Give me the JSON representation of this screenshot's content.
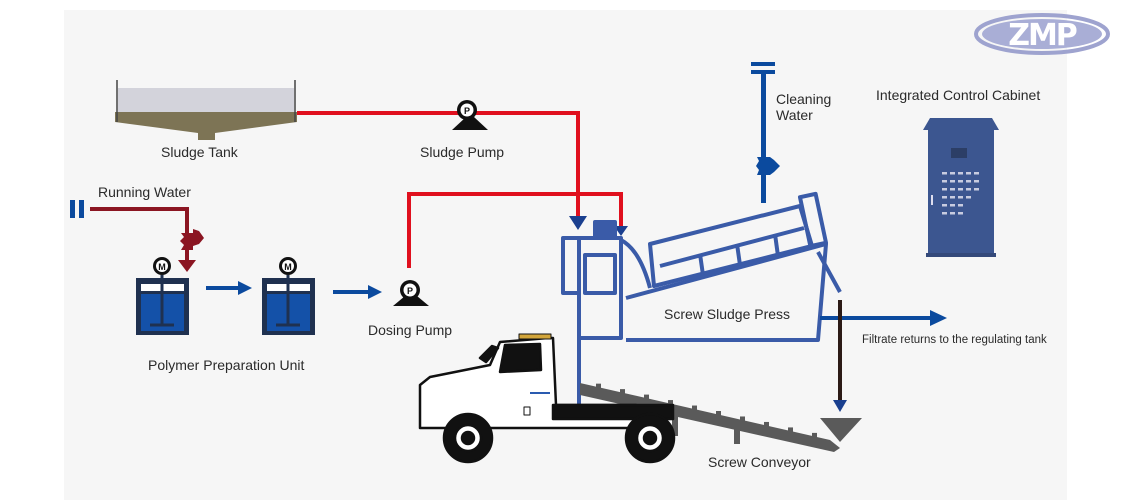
{
  "title": "Screw Sludge Press Dewatering Process Diagram",
  "logo": {
    "text": "ZMP",
    "color": "#9ea3cf"
  },
  "colors": {
    "background": "#f6f6f6",
    "sludge_line": "#e0101e",
    "water_line": "#8b1522",
    "flow_arrow": "#0b4a9e",
    "equipment_outline": "#3a5ba8",
    "cabinet": "#3c5690",
    "sludge": "#7d7455",
    "drain_line": "#2b1a16",
    "conveyor": "#555555"
  },
  "labels": {
    "sludge_tank": "Sludge Tank",
    "sludge_pump": "Sludge Pump",
    "running_water": "Running Water",
    "polymer_unit": "Polymer Preparation Unit",
    "dosing_pump": "Dosing Pump",
    "cleaning_water_line1": "Cleaning",
    "cleaning_water_line2": "Water",
    "control_cabinet": "Integrated Control Cabinet",
    "screw_press": "Screw Sludge Press",
    "filtrate": "Filtrate returns to the regulating tank",
    "screw_conveyor": "Screw Conveyor"
  },
  "icons": {
    "pump_letter": "P",
    "motor_letter": "M"
  }
}
